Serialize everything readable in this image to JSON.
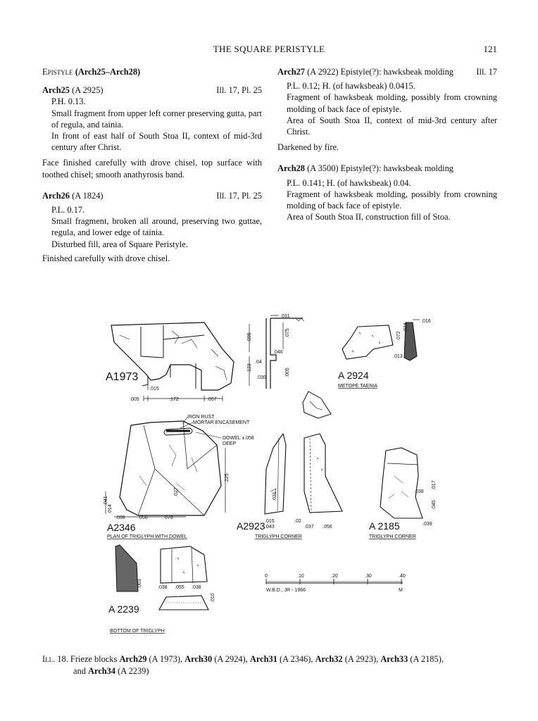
{
  "header": {
    "title": "THE SQUARE PERISTYLE",
    "page_number": "121"
  },
  "left_column": {
    "section": {
      "prefix": "Epistyle",
      "range": "(Arch25–Arch28)"
    },
    "entries": [
      {
        "id": "Arch25",
        "inv": "(A 2925)",
        "ill": "Ill. 17, Pl. 25",
        "measure": "P.H. 0.13.",
        "desc": "Small fragment from upper left corner preserving gutta, part of regula, and tainia.",
        "context": "In front of east half of South Stoa II, context of mid-3rd century after Christ.",
        "note": "Face finished carefully with drove chisel, top surface with toothed chisel; smooth anathyrosis band."
      },
      {
        "id": "Arch26",
        "inv": "(A 1824)",
        "ill": "Ill. 17, Pl. 25",
        "measure": "P.L. 0.17.",
        "desc": "Small fragment, broken all around, preserving two guttae, regula, and lower edge of tainia.",
        "context": "Disturbed fill, area of Square Peristyle.",
        "note": "Finished carefully with drove chisel."
      }
    ]
  },
  "right_column": {
    "entries": [
      {
        "id": "Arch27",
        "inv": "(A 2922)",
        "title": "Epistyle(?): hawksbeak molding",
        "ill": "Ill. 17",
        "measure": "P.L. 0.12; H. (of hawksbeak) 0.0415.",
        "desc": "Fragment of hawksbeak molding, possibly from crowning molding of back face of epistyle.",
        "context": "Area of South Stoa II, context of mid-3rd century after Christ.",
        "note": "Darkened by fire."
      },
      {
        "id": "Arch28",
        "inv": "(A 3500)",
        "title": "Epistyle(?): hawksbeak molding",
        "measure": "P.L. 0.141; H. (of hawksbeak) 0.04.",
        "desc": "Fragment of hawksbeak molding, possibly from crowning molding of back face of epistyle.",
        "context": "Area of South Stoa II, construction fill of Stoa."
      }
    ]
  },
  "figure": {
    "labels": {
      "a1973": "A1973",
      "a2924": "A 2924",
      "a2924_sub": "METOPE  TAENIA",
      "a2346": "A2346",
      "a2346_sub": "PLAN OF TRIGLYPH WITH DOWEL",
      "a2923": "A2923",
      "a2923_sub": "TRIGLYPH  CORNER",
      "a2185": "A 2185",
      "a2185_sub": "TRIGLYPH  CORNER",
      "a2239": "A 2239",
      "a2239_sub": "BOTTOM  OF  TRIGLYPH",
      "iron": "IRON RUST",
      "mortar": "MORTAR ENCASEMENT",
      "dowel": "DOWEL ±.058",
      "deep": "DEEP",
      "signature": "W.B.D., JR - 1966",
      "m": "M"
    },
    "dims": {
      "d095": ".095",
      "d031": ".031",
      "d075": ".075",
      "d046": ".046",
      "d04": ".04",
      "d005a": ".005",
      "d123": ".123",
      "d030": ".030",
      "d015a": ".015",
      "d005b": ".005",
      "d172": ".172",
      "d057": ".057",
      "d016": ".016",
      "d072": ".072",
      "d024": ".024",
      "d013": ".013",
      "d225": ".225",
      "d027": ".027",
      "d041": ".041",
      "d014": ".014",
      "d038a": ".038",
      "d056a": ".056",
      "d078": ".078",
      "d015b": ".015",
      "d021": ".021",
      "d043": ".043",
      "d02": ".02",
      "d037": ".037",
      "d056b": ".056",
      "d038b": ".038",
      "d017": ".017",
      "d045": ".045",
      "d039": ".039",
      "d003": ".003",
      "d038c": ".038",
      "d055": ".055",
      "d038d": ".038",
      "d010": ".010"
    },
    "scale_ticks": [
      "0",
      ".10",
      ".20",
      ".30",
      ".40"
    ]
  },
  "caption": {
    "label": "Ill. 18.",
    "parts": [
      {
        "t": "Frieze blocks ",
        "b": "Arch29",
        "i": " (A 1973), "
      },
      {
        "b": "Arch30",
        "i": " (A 2924), "
      },
      {
        "b": "Arch31",
        "i": " (A 2346), "
      },
      {
        "b": "Arch32",
        "i": " (A 2923), "
      },
      {
        "b": "Arch33",
        "i": " (A 2185),"
      },
      {
        "t": "and ",
        "b": "Arch34",
        "i": " (A 2239)"
      }
    ]
  }
}
